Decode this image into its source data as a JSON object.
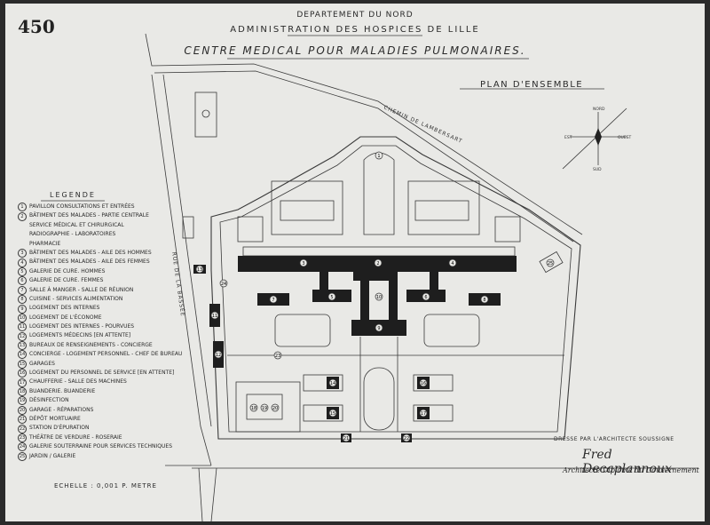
{
  "sheet": {
    "plate_number": "450",
    "department": "DEPARTEMENT DU NORD",
    "administration": "ADMINISTRATION DES HOSPICES DE LILLE",
    "centre": "CENTRE MEDICAL POUR MALADIES PULMONAIRES.",
    "plan_title": "PLAN D'ENSEMBLE",
    "scale": "ECHELLE : 0,001 P. METRE",
    "drawn_by": "DRESSE PAR L'ARCHITECTE SOUSSIGNE",
    "signature": "Fred Decaplannoux",
    "architect": "Architecte Diplômé du Gouvernement"
  },
  "legend": {
    "title": "LEGENDE",
    "items": [
      {
        "n": "1",
        "text": "PAVILLON CONSULTATIONS ET ENTRÉES"
      },
      {
        "n": "2",
        "text": "BÂTIMENT DES MALADES - PARTIE CENTRALE"
      },
      {
        "n": "",
        "text": "SERVICE MÉDICAL ET CHIRURGICAL"
      },
      {
        "n": "",
        "text": "RADIOGRAPHIE - LABORATOIRES"
      },
      {
        "n": "",
        "text": "PHARMACIE"
      },
      {
        "n": "3",
        "text": "BÂTIMENT DES MALADES - AILE DES HOMMES"
      },
      {
        "n": "4",
        "text": "BÂTIMENT DES MALADES - AILE DES FEMMES"
      },
      {
        "n": "5",
        "text": "GALERIE DE CURE. HOMMES"
      },
      {
        "n": "6",
        "text": "GALERIE DE CURE. FEMMES"
      },
      {
        "n": "7",
        "text": "SALLE À MANGER - SALLE DE RÉUNION"
      },
      {
        "n": "8",
        "text": "CUISINE - SERVICES ALIMENTATION"
      },
      {
        "n": "9",
        "text": "LOGEMENT DES INTERNES"
      },
      {
        "n": "10",
        "text": "LOGEMENT DE L'ÉCONOME"
      },
      {
        "n": "11",
        "text": "LOGEMENT DES INTERNES - POURVUES"
      },
      {
        "n": "12",
        "text": "LOGEMENTS MÉDECINS [EN ATTENTE]"
      },
      {
        "n": "13",
        "text": "BUREAUX DE RENSEIGNEMENTS - CONCIERGE"
      },
      {
        "n": "14",
        "text": "CONCIERGE - LOGEMENT PERSONNEL - CHEF DE BUREAU"
      },
      {
        "n": "15",
        "text": "GARAGES"
      },
      {
        "n": "16",
        "text": "LOGEMENT DU PERSONNEL DE SERVICE [EN ATTENTE]"
      },
      {
        "n": "17",
        "text": "CHAUFFERIE - SALLE DES MACHINES"
      },
      {
        "n": "18",
        "text": "BUANDERIE. BUANDERIE"
      },
      {
        "n": "19",
        "text": "DÉSINFECTION"
      },
      {
        "n": "20",
        "text": "GARAGE - RÉPARATIONS"
      },
      {
        "n": "21",
        "text": "DÉPÔT MORTUAIRE"
      },
      {
        "n": "22",
        "text": "STATION D'ÉPURATION"
      },
      {
        "n": "23",
        "text": "THÉÂTRE DE VERDURE - ROSERAIE"
      },
      {
        "n": "24",
        "text": "GALERIE SOUTERRAINE POUR SERVICES TECHNIQUES"
      },
      {
        "n": "25",
        "text": "JARDIN / GALERIE"
      }
    ]
  },
  "plan": {
    "road_label": "CHEMIN DE LAMBERSART",
    "street_label": "RUE DE LA BASSÉE",
    "compass": {
      "north": "NORD",
      "south": "SUD",
      "east": "EST",
      "west": "OUEST"
    },
    "building_labels": [
      "1",
      "2",
      "3",
      "4",
      "5",
      "6",
      "7",
      "8",
      "9",
      "10",
      "11",
      "12",
      "13",
      "14",
      "15",
      "16",
      "17",
      "18",
      "19",
      "20",
      "21",
      "22",
      "23",
      "24",
      "25"
    ]
  }
}
